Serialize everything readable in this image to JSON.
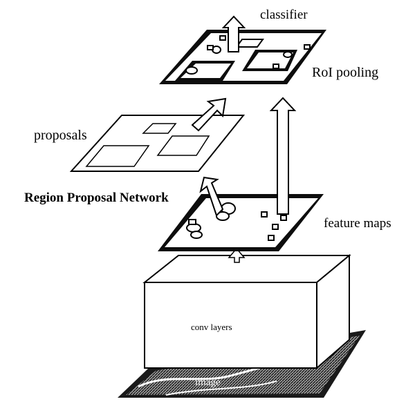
{
  "labels": {
    "classifier": "classifier",
    "roi_pooling": "RoI pooling",
    "proposals": "proposals",
    "rpn": "Region Proposal Network",
    "feature_maps": "feature maps",
    "conv_layers": "conv layers",
    "image": "image"
  },
  "colors": {
    "stroke": "#000000",
    "fill": "#ffffff",
    "plane_dark": "#111111"
  }
}
